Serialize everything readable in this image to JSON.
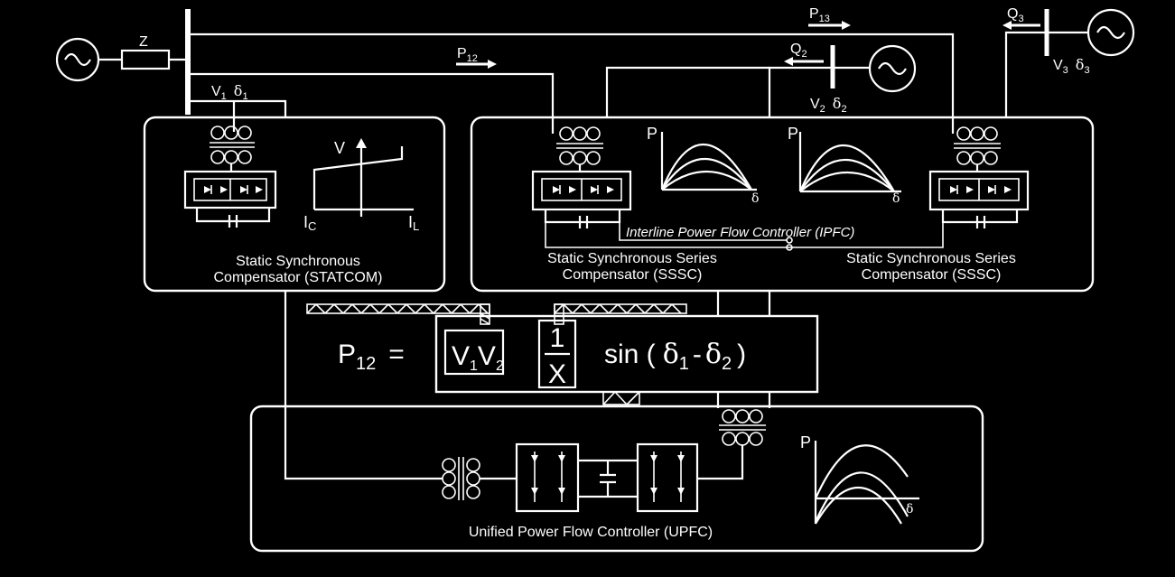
{
  "labels": {
    "impedance": "Z",
    "bus1_voltage": "V",
    "bus1_voltage_sub": "1",
    "bus1_angle": "δ",
    "bus1_angle_sub": "1",
    "bus2_voltage": "V",
    "bus2_voltage_sub": "2",
    "bus2_angle": "δ",
    "bus2_angle_sub": "2",
    "bus3_voltage": "V",
    "bus3_voltage_sub": "3",
    "bus3_angle": "δ",
    "bus3_angle_sub": "3",
    "p12": "P",
    "p12_sub": "12",
    "p13": "P",
    "p13_sub": "13",
    "q2": "Q",
    "q2_sub": "2",
    "q3": "Q",
    "q3_sub": "3"
  },
  "statcom": {
    "title_line1": "Static Synchronous",
    "title_line2": "Compensator (STATCOM)",
    "axis_v": "V",
    "axis_ic": "I",
    "axis_ic_sub": "C",
    "axis_il": "I",
    "axis_il_sub": "L"
  },
  "ipfc": {
    "label": "Interline Power Flow Controller (IPFC)",
    "sssc1_line1": "Static Synchronous Series",
    "sssc1_line2": "Compensator (SSSC)",
    "sssc2_line1": "Static Synchronous Series",
    "sssc2_line2": "Compensator (SSSC)",
    "plot1_p": "P",
    "plot1_delta": "δ",
    "plot2_p": "P",
    "plot2_delta": "δ"
  },
  "equation": {
    "lhs": "P",
    "lhs_sub": "12",
    "equals": "=",
    "v1": "V",
    "v1_sub": "1",
    "v2": "V",
    "v2_sub": "2",
    "num": "1",
    "den": "X",
    "sin": "sin (",
    "d1": "δ",
    "d1_sub": "1",
    "minus": "-",
    "d2": "δ",
    "d2_sub": "2",
    "close": ")"
  },
  "upfc": {
    "title": "Unified Power Flow Controller (UPFC)",
    "plot_p": "P",
    "plot_delta": "δ"
  }
}
